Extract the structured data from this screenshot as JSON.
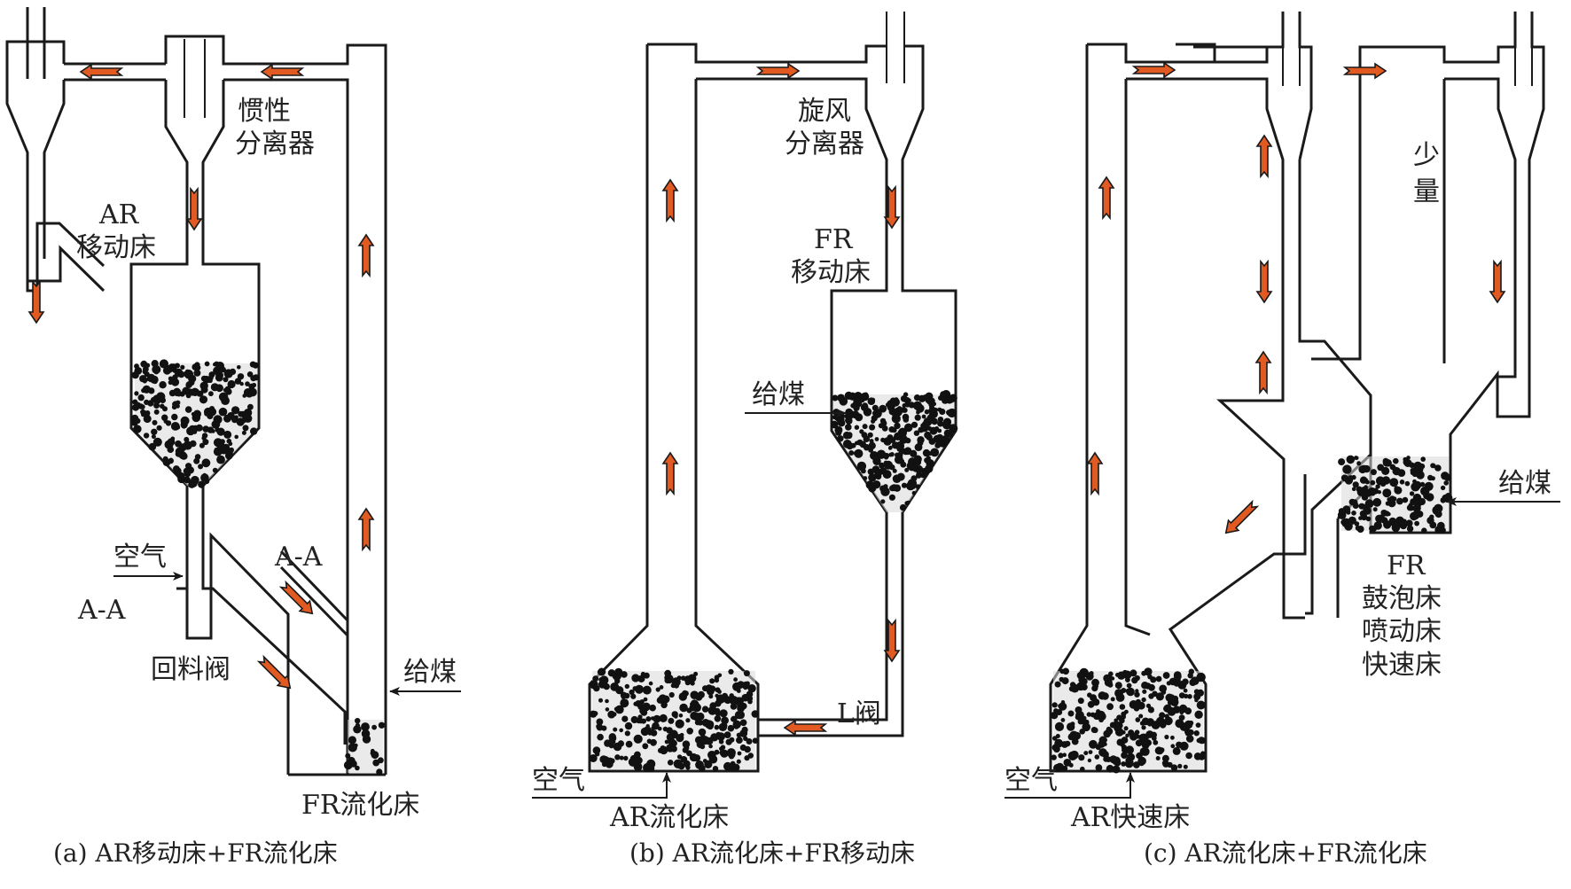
{
  "figure": {
    "colors": {
      "flow_arrow": "#e05a22",
      "wall": "#1a1a1a",
      "particle": "#111111"
    },
    "panels": [
      {
        "id": "a",
        "caption": "(a) AR移动床+FR流化床",
        "labels": {
          "separator_l1": "惯性",
          "separator_l2": "分离器",
          "ar_l1": "AR",
          "ar_l2": "移动床",
          "air": "空气",
          "section_left": "A-A",
          "section_right": "A-A",
          "valve": "回料阀",
          "coal": "给煤",
          "fr": "FR流化床"
        }
      },
      {
        "id": "b",
        "caption": "(b) AR流化床+FR移动床",
        "labels": {
          "separator_l1": "旋风",
          "separator_l2": "分离器",
          "fr_l1": "FR",
          "fr_l2": "移动床",
          "coal": "给煤",
          "valve": "L阀",
          "air": "空气",
          "ar": "AR流化床"
        }
      },
      {
        "id": "c",
        "caption": "(c) AR流化床+FR流化床",
        "labels": {
          "small_l1": "少",
          "small_l2": "量",
          "coal": "给煤",
          "fr_l1": "FR",
          "fr_l2": "鼓泡床",
          "fr_l3": "喷动床",
          "fr_l4": "快速床",
          "air": "空气",
          "ar": "AR快速床"
        }
      }
    ]
  }
}
